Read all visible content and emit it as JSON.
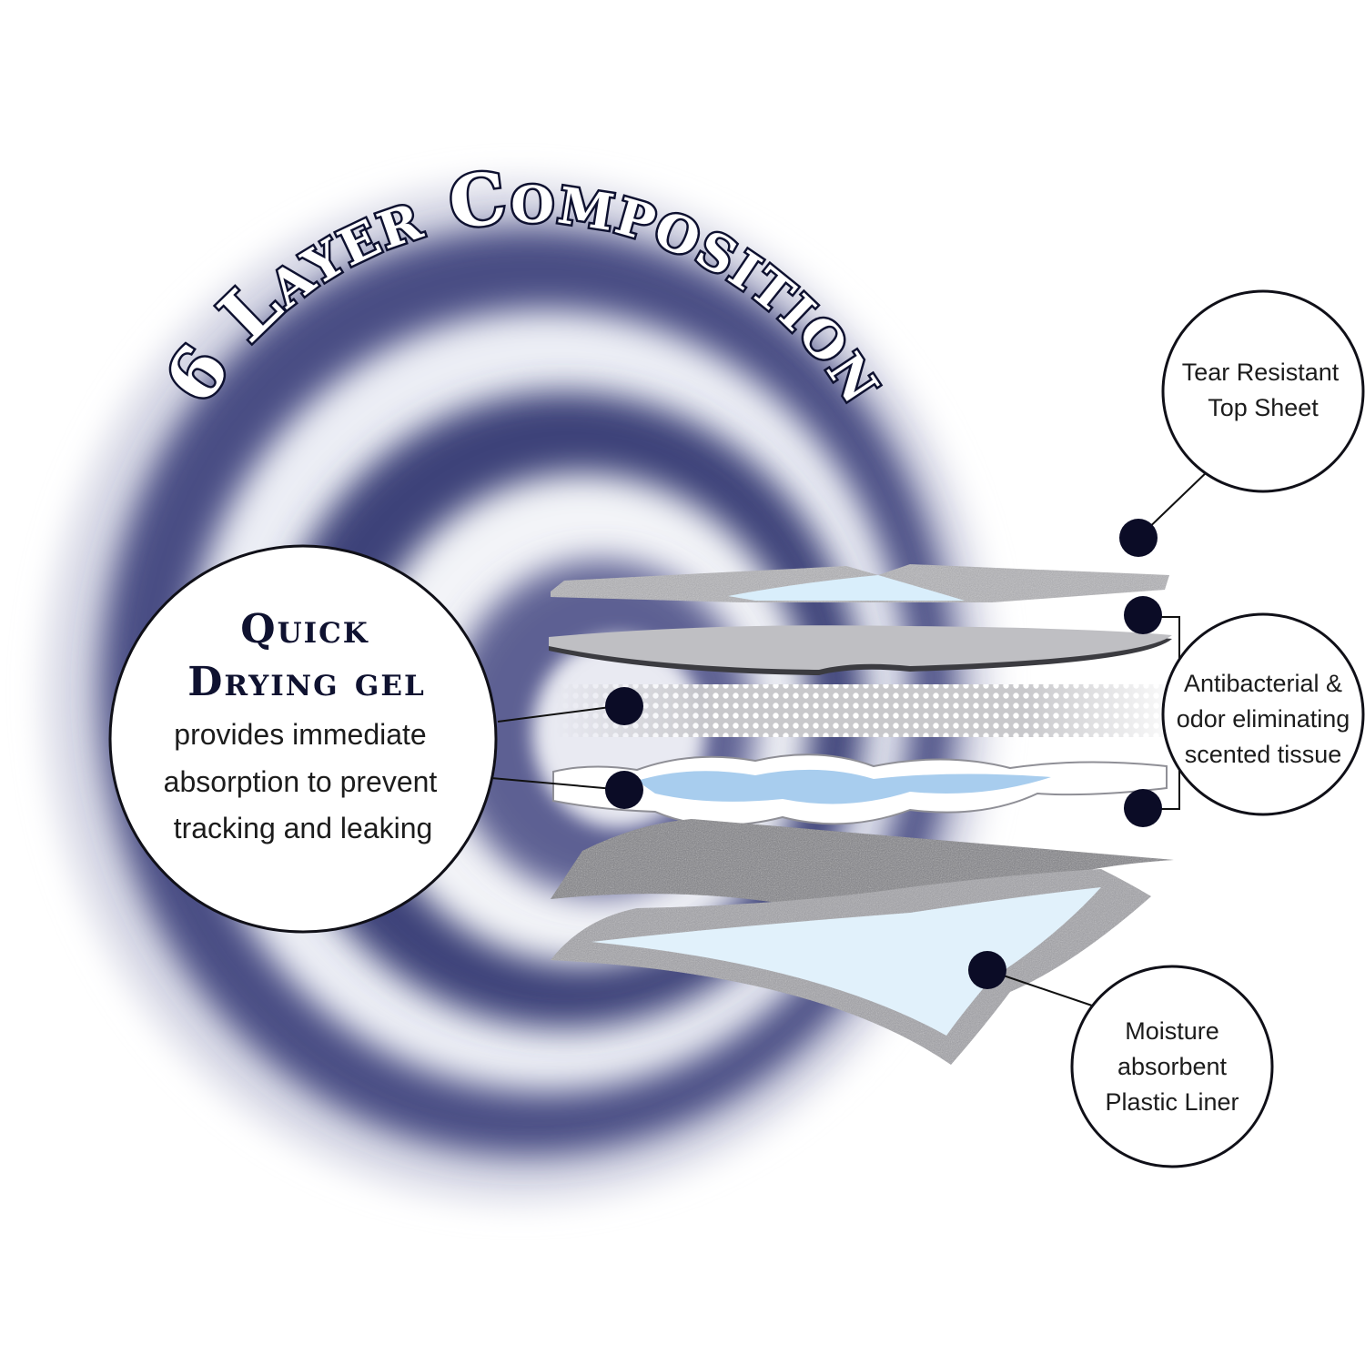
{
  "title": "6 Layer Composition",
  "colors": {
    "swirl": "#2b2f68",
    "dot": "#0b0c26",
    "outline": "#101018",
    "tissue_blue": "#a8cdee",
    "liner_blue": "#e1f1fb"
  },
  "gel_callout": {
    "heading_line1": "Quick",
    "heading_line2": "Drying gel",
    "body_line1": "provides immediate",
    "body_line2": "absorption to prevent",
    "body_line3": "tracking and leaking"
  },
  "callouts": {
    "top_sheet": {
      "line1": "Tear Resistant",
      "line2": "Top Sheet"
    },
    "tissue": {
      "line1": "Antibacterial &",
      "line2": "odor eliminating",
      "line3": "scented tissue"
    },
    "liner": {
      "line1": "Moisture",
      "line2": "absorbent",
      "line3": "Plastic Liner"
    }
  }
}
